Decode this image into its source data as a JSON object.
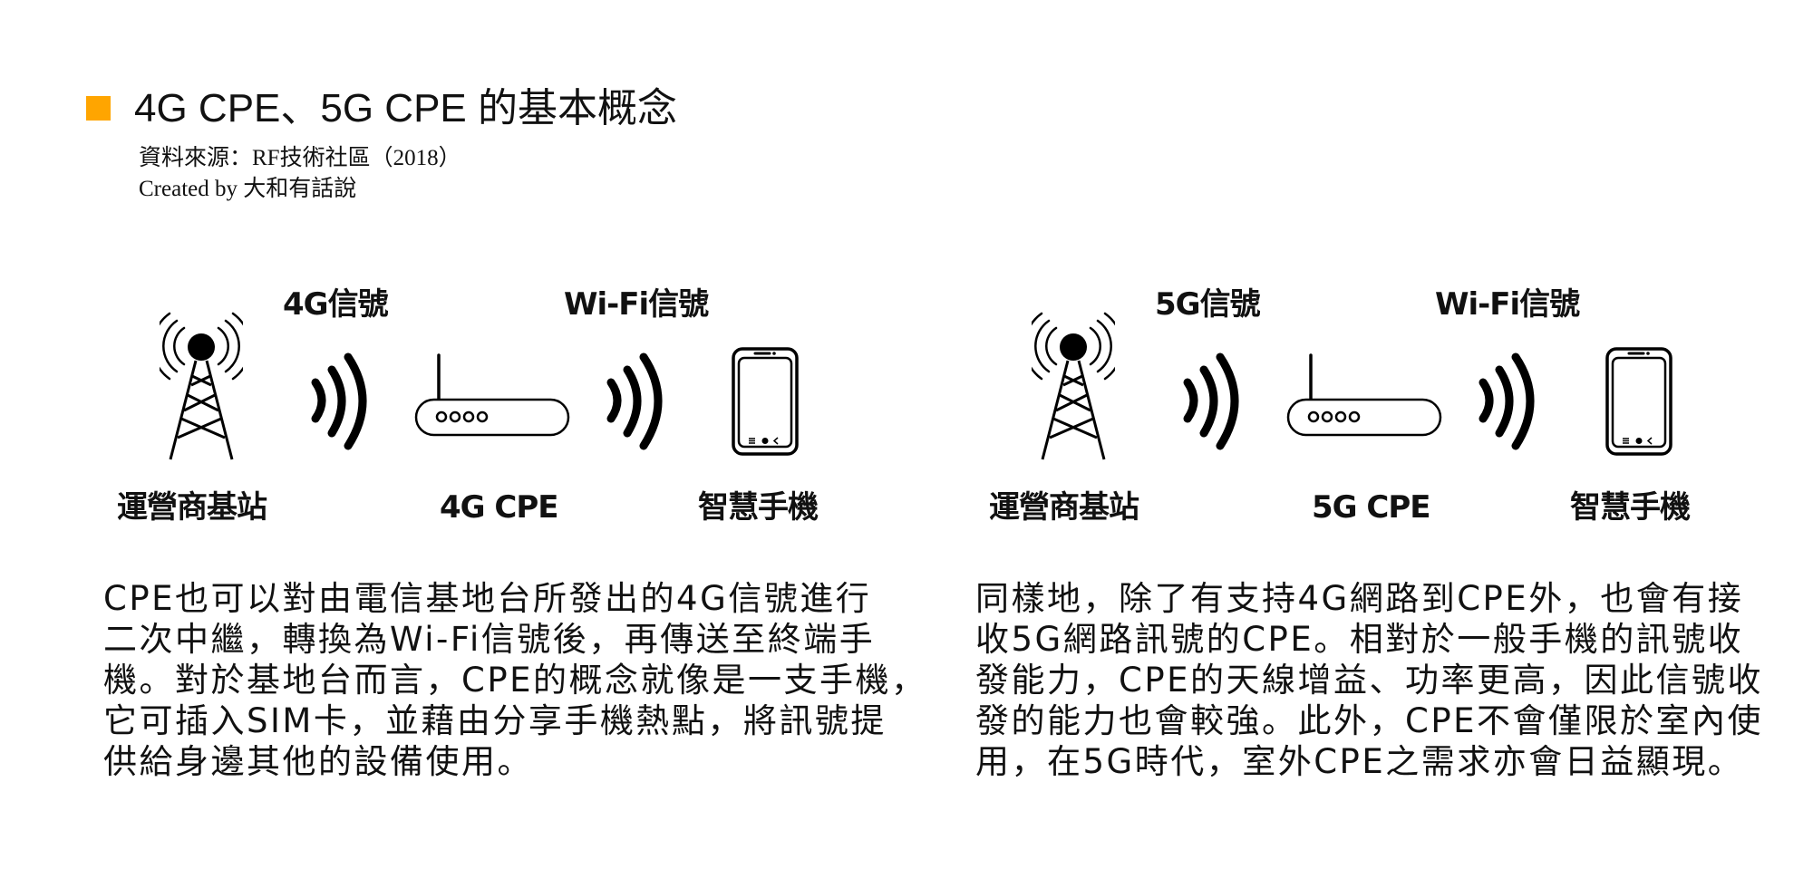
{
  "header": {
    "accent_color": "#FFA500",
    "title": "4G CPE、5G CPE 的基本概念",
    "source": "資料來源：RF技術社區（2018）",
    "credit": "Created by 大和有話說"
  },
  "diagrams": [
    {
      "signal_labels": [
        "4G信號",
        "Wi-Fi信號"
      ],
      "node_labels": [
        "運營商基站",
        "4G CPE",
        "智慧手機"
      ],
      "icons": [
        "cell-tower-icon",
        "signal-waves-icon",
        "router-icon",
        "signal-waves-icon",
        "smartphone-icon"
      ]
    },
    {
      "signal_labels": [
        "5G信號",
        "Wi-Fi信號"
      ],
      "node_labels": [
        "運營商基站",
        "5G CPE",
        "智慧手機"
      ],
      "icons": [
        "cell-tower-icon",
        "signal-waves-icon",
        "router-icon",
        "signal-waves-icon",
        "smartphone-icon"
      ]
    }
  ],
  "paragraphs": {
    "left": [
      "CPE也可以對由電信基地台所發出的4G信號進行",
      "二次中繼，轉換為Wi-Fi信號後，再傳送至終端手",
      "機。對於基地台而言，CPE的概念就像是一支手機，",
      "它可插入SIM卡，並藉由分享手機熱點，將訊號提",
      "供給身邊其他的設備使用。"
    ],
    "right": [
      "同樣地，除了有支持4G網路到CPE外，也會有接",
      "收5G網路訊號的CPE。相對於一般手機的訊號收",
      "發能力，CPE的天線增益、功率更高，因此信號收",
      "發的能力也會較強。此外，CPE不會僅限於室內使",
      "用，在5G時代，室外CPE之需求亦會日益顯現。"
    ]
  }
}
